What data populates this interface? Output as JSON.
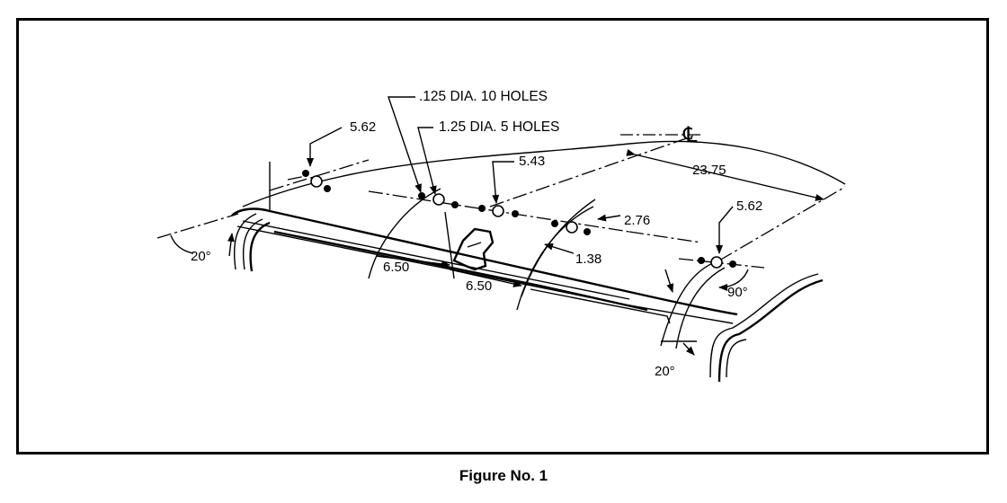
{
  "caption": "Figure No. 1",
  "callouts": {
    "small_holes": ".125 DIA. 10 HOLES",
    "large_holes": "1.25 DIA. 5 HOLES",
    "centerline_symbol": "℄"
  },
  "dimensions": {
    "d_5_62_left": "5.62",
    "d_5_43": "5.43",
    "d_23_75": "23.75",
    "d_2_76": "2.76",
    "d_5_62_right": "5.62",
    "d_1_38": "1.38",
    "d_6_50_a": "6.50",
    "d_6_50_b": "6.50",
    "angle_20_left": "20°",
    "angle_20_right": "20°",
    "angle_90": "90°"
  }
}
